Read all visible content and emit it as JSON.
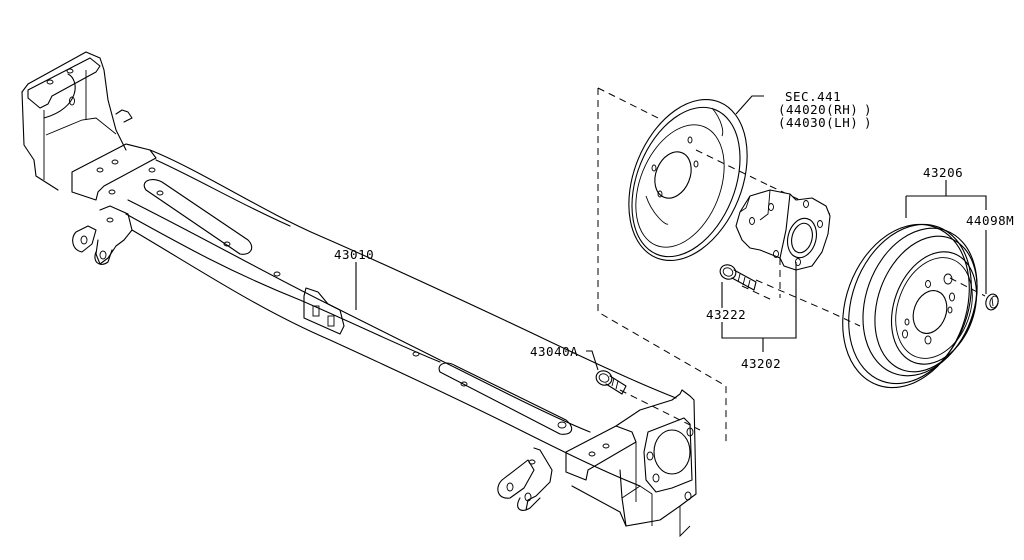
{
  "diagram": {
    "title": "Rear axle exploded parts diagram",
    "background": "#ffffff",
    "line_color": "#000000",
    "callouts": {
      "axle_beam": "43010",
      "bolt_axle": "43040A",
      "sec_ref": "SEC.441",
      "sec_rh": "(44020(RH)",
      "sec_lh": "(44030(LH)",
      "sec_close1": ")",
      "sec_close2": ")",
      "hub_bolt": "43222",
      "hub_assembly": "43202",
      "drum": "43206",
      "cap": "44098M"
    },
    "parts": [
      {
        "id": "43010",
        "name": "rear axle beam"
      },
      {
        "id": "43040A",
        "name": "bolt"
      },
      {
        "id": "SEC.441",
        "name": "back plate (44020 RH / 44030 LH)"
      },
      {
        "id": "43222",
        "name": "hub bolt"
      },
      {
        "id": "43202",
        "name": "hub bearing assembly"
      },
      {
        "id": "43206",
        "name": "brake drum"
      },
      {
        "id": "44098M",
        "name": "cap"
      }
    ]
  }
}
